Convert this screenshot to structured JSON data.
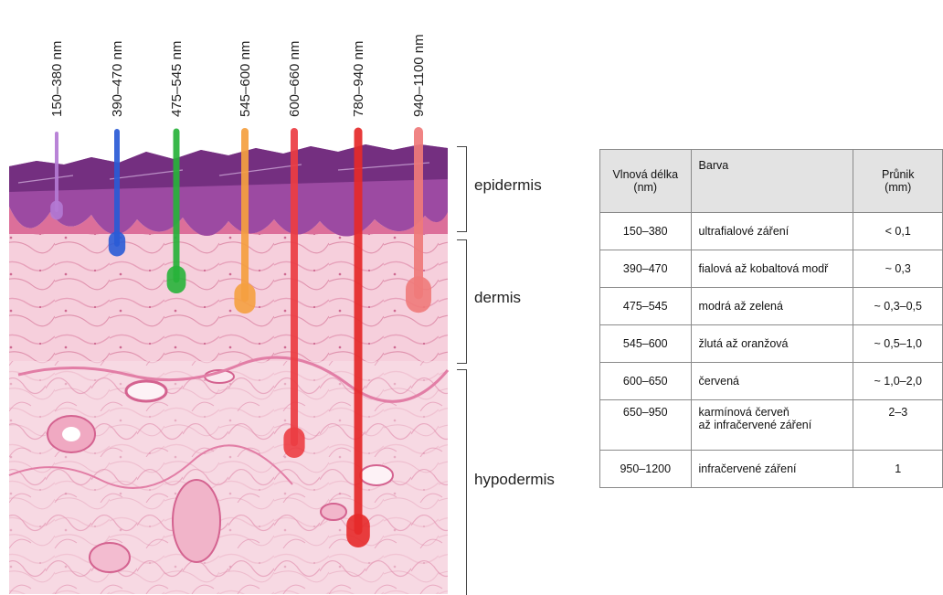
{
  "wavelength_labels": [
    "150–380 nm",
    "390–470 nm",
    "475–545 nm",
    "545–600 nm",
    "600–660 nm",
    "780–940 nm",
    "940–1100 nm"
  ],
  "probe_colors": [
    "#b47ad4",
    "#2a5bd6",
    "#28b23a",
    "#f5a040",
    "#ec3d43",
    "#e52a2a",
    "#ef7a7a"
  ],
  "probe_depths_relative": [
    0.24,
    0.42,
    0.61,
    0.71,
    1.48,
    1.95,
    0.69
  ],
  "layers": {
    "epidermis": "epidermis",
    "dermis": "dermis",
    "hypodermis": "hypodermis"
  },
  "table": {
    "headers": [
      "Vlnová délka\n(nm)",
      "Barva",
      "Průnik\n(mm)"
    ],
    "rows": [
      [
        "150–380",
        "ultrafialové záření",
        "< 0,1"
      ],
      [
        "390–470",
        "fialová až kobaltová modř",
        "~ 0,3"
      ],
      [
        "475–545",
        "modrá až zelená",
        "~ 0,3–0,5"
      ],
      [
        "545–600",
        "žlutá až oranžová",
        "~ 0,5–1,0"
      ],
      [
        "600–650",
        "červená",
        "~ 1,0–2,0"
      ],
      [
        "650–950",
        "karmínová červeň\naž infračervené záření",
        "2–3"
      ],
      [
        "950–1200",
        "infračervené záření",
        "1"
      ]
    ]
  }
}
